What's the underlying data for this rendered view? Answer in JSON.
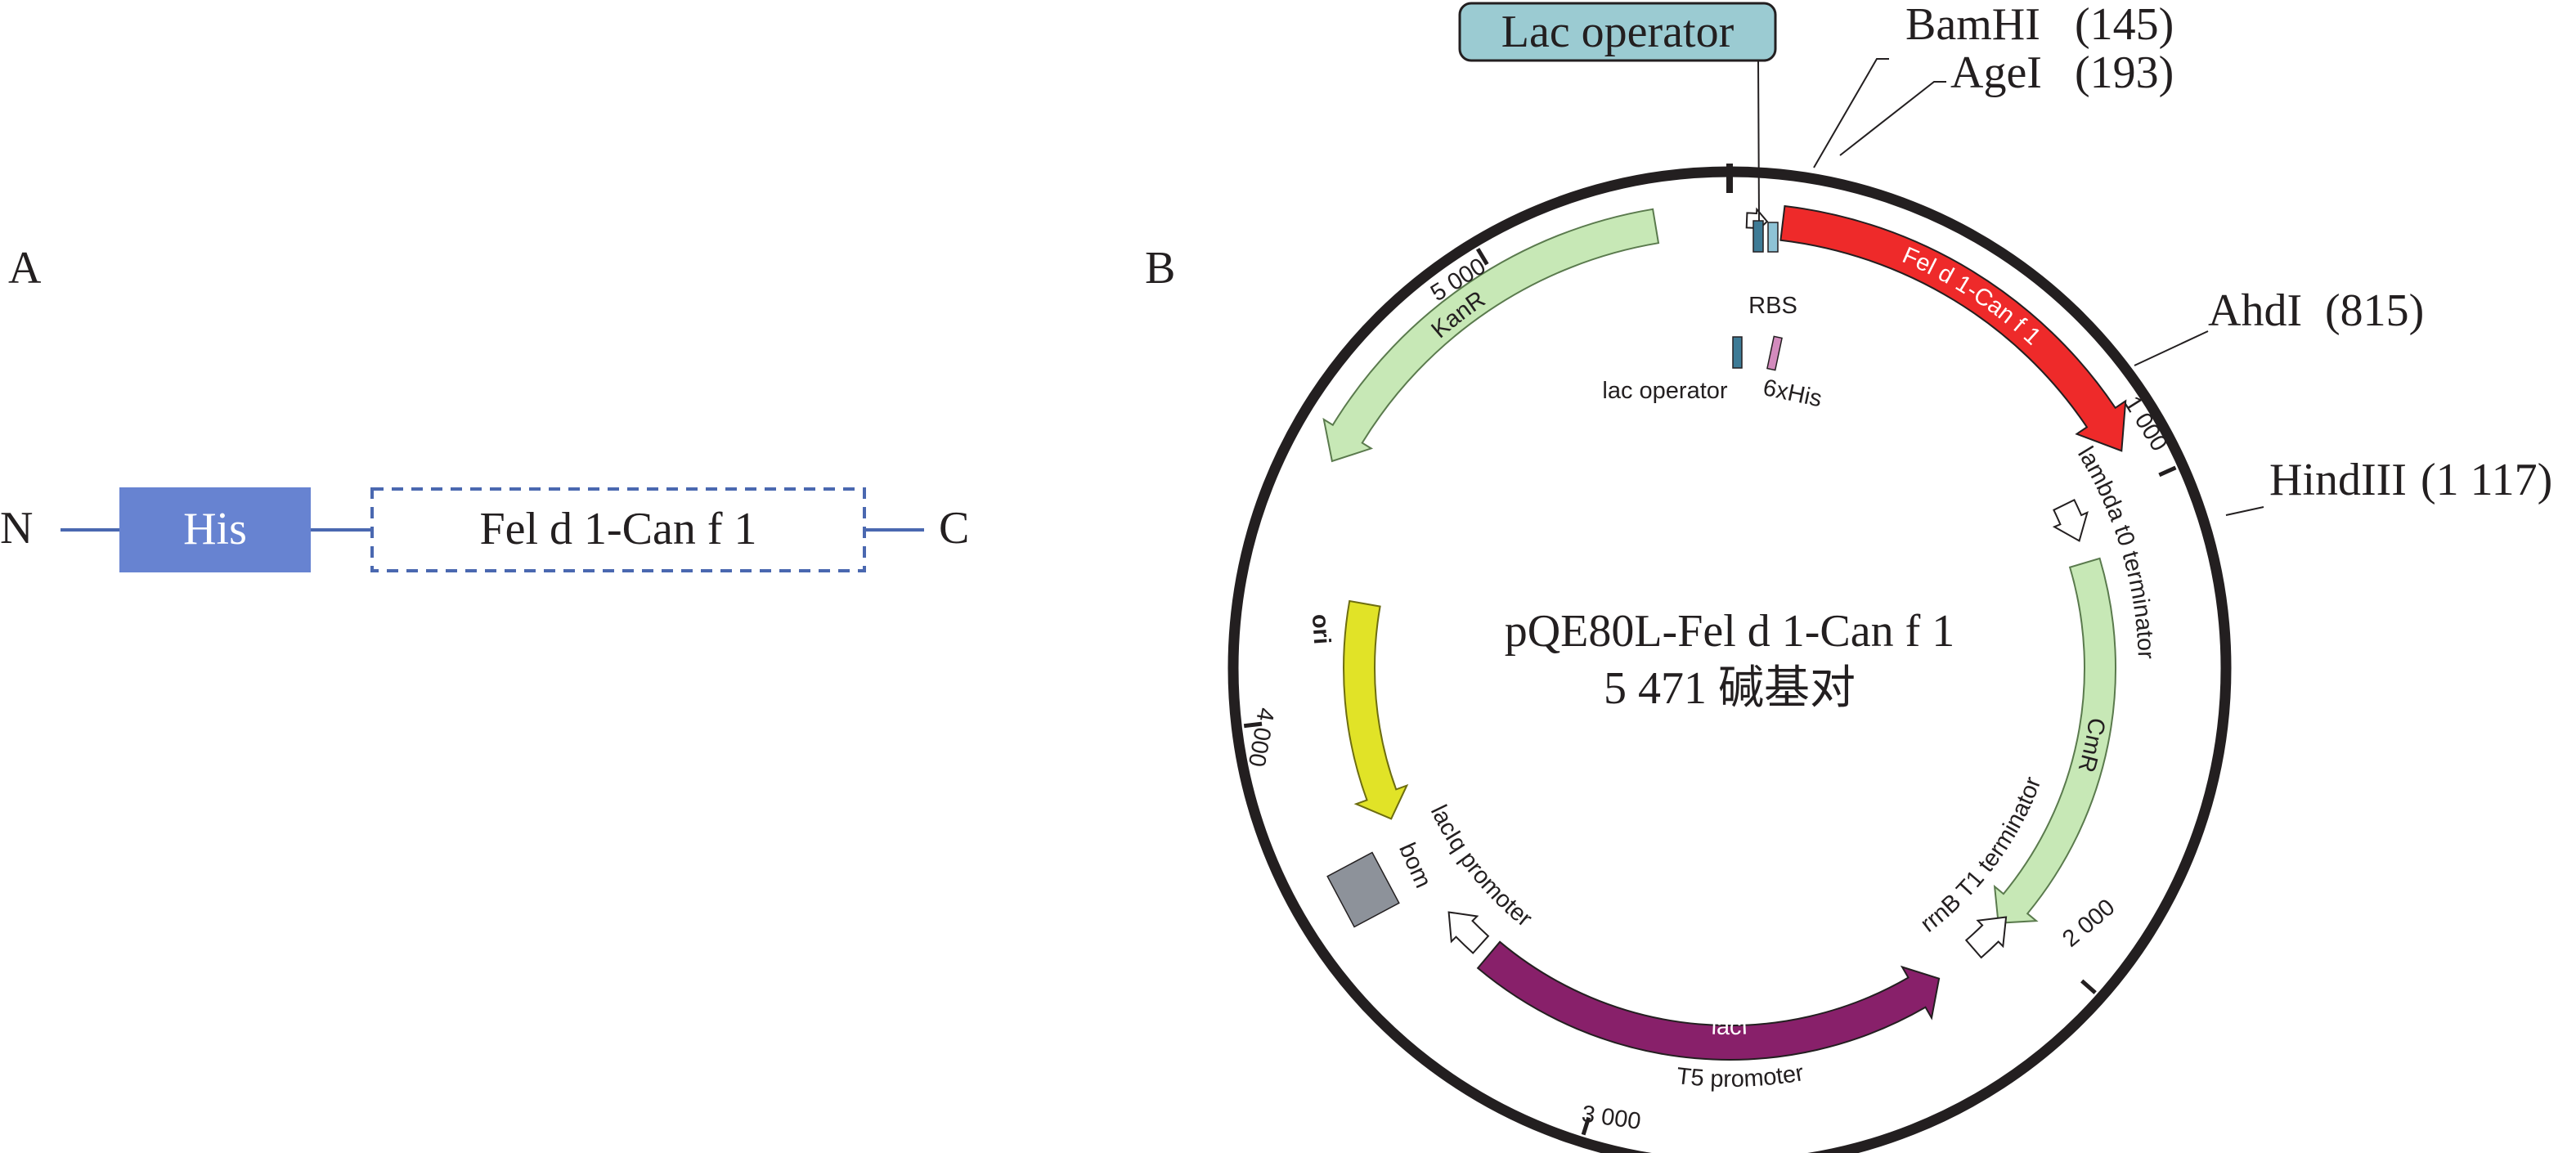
{
  "panel_a": {
    "label": "A",
    "n_label": "N",
    "c_label": "C",
    "his_label": "His",
    "fusion_label": "Fel d 1-Can f 1",
    "his_color": "#6783d1",
    "line_color": "#4a68b0"
  },
  "panel_b": {
    "label": "B",
    "plasmid_name": "pQE80L-Fel d 1-Can f 1",
    "plasmid_size": "5 471 碱基对",
    "callout_box": "Lac operator",
    "sites": [
      {
        "name": "BamHI",
        "pos": "(145)"
      },
      {
        "name": "AgeI",
        "pos": "(193)"
      },
      {
        "name": "AhdI",
        "pos": "(815)"
      },
      {
        "name": "HindIII",
        "pos": "(1 117)"
      }
    ],
    "ticks": [
      "1 000",
      "2 000",
      "3 000",
      "4 000",
      "5 000"
    ],
    "features": {
      "fel": {
        "label": "Fel d 1-Can f 1",
        "color": "#ee2a2a"
      },
      "kanr": {
        "label": "KanR",
        "color": "#c7e8b6"
      },
      "cmr": {
        "label": "CmR",
        "color": "#c7e8b6"
      },
      "ori": {
        "label": "ori",
        "color": "#e1e327"
      },
      "laci": {
        "label": "lacI",
        "color": "#88206a"
      },
      "bom": {
        "label": "bom",
        "color": "#8d929a"
      },
      "t5": {
        "label": "T5 promoter"
      },
      "rbs": {
        "label": "RBS"
      },
      "lacop": {
        "label": "lac operator"
      },
      "his6": {
        "label": "6xHis"
      },
      "lambda": {
        "label": "lambda t0 terminator"
      },
      "rrnb": {
        "label": "rrnB T1 terminator"
      },
      "laciq": {
        "label": "lacIq promoter"
      }
    },
    "box_color": "#9bcbd2"
  }
}
